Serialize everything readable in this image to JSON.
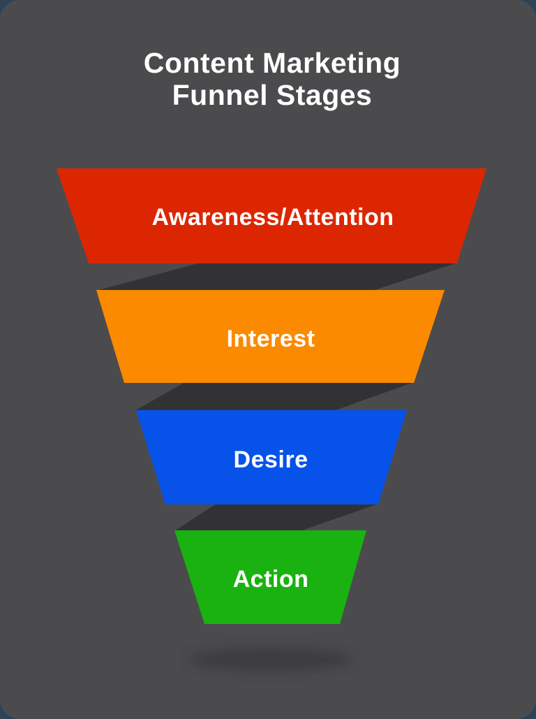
{
  "page": {
    "background_color": "#2d4356",
    "card_color": "#4b4b4d"
  },
  "title": {
    "line1": "Content Marketing",
    "line2": "Funnel Stages",
    "color": "#ffffff"
  },
  "funnel": {
    "shadow_color": "#323234",
    "ground_shadow_color": "#333335",
    "label_color": "#ffffff",
    "stages": [
      {
        "order": 1,
        "label": "Awareness/Attention",
        "color": "#dc2602"
      },
      {
        "order": 2,
        "label": "Interest",
        "color": "#fb8a00"
      },
      {
        "order": 3,
        "label": "Desire",
        "color": "#0753e9"
      },
      {
        "order": 4,
        "label": "Action",
        "color": "#1ab211"
      }
    ]
  },
  "chart_data": {
    "type": "funnel",
    "title": "Content Marketing Funnel Stages",
    "categories": [
      "Awareness/Attention",
      "Interest",
      "Desire",
      "Action"
    ],
    "colors": [
      "#dc2602",
      "#fb8a00",
      "#0753e9",
      "#1ab211"
    ],
    "legend": "none",
    "orientation": "top-wide-to-bottom-narrow"
  }
}
